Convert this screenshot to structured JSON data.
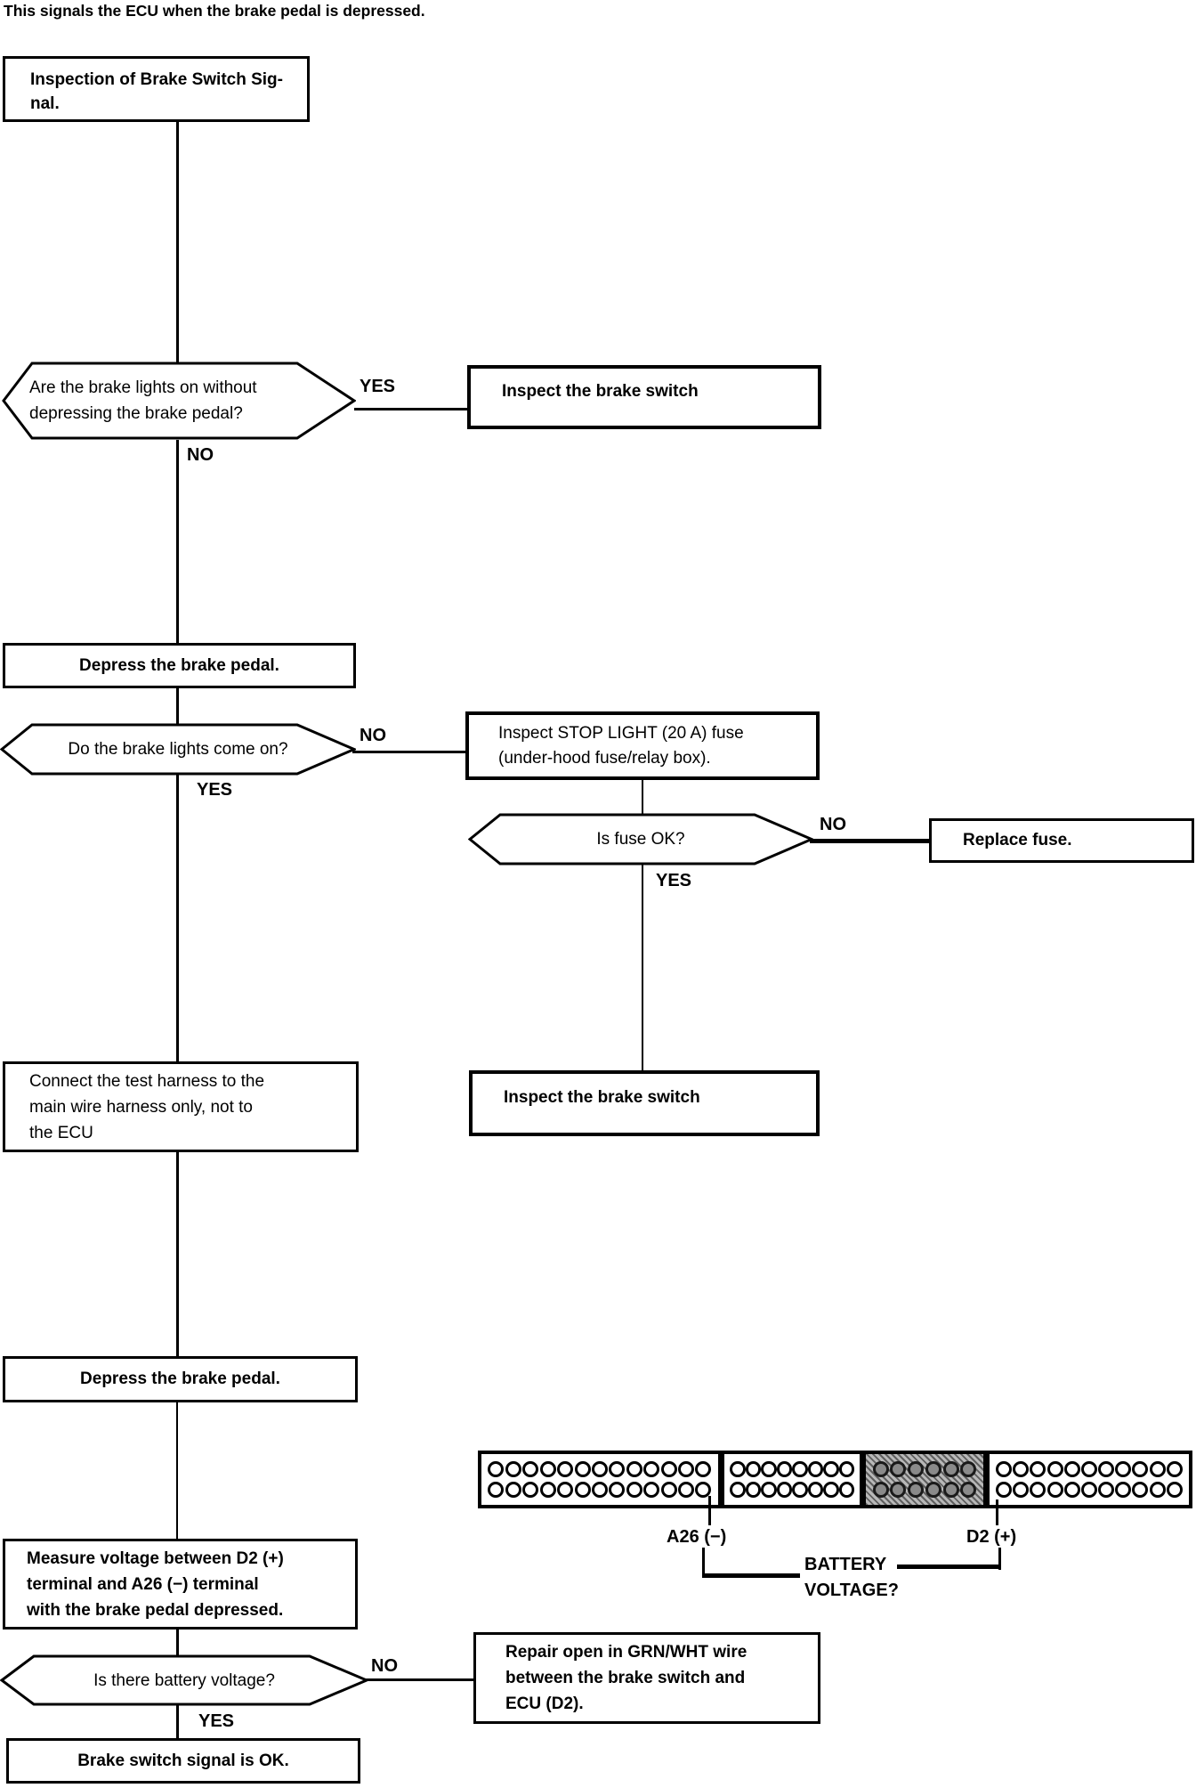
{
  "page": {
    "intro": "This signals the ECU when the brake pedal is depressed."
  },
  "flowchart": {
    "labels": {
      "yes": "YES",
      "no": "NO"
    },
    "title_box": {
      "lines": [
        "Inspection of Brake Switch Sig-",
        "nal."
      ]
    },
    "nodes": {
      "q_brake_lights_on_without": {
        "lines": [
          "Are the brake lights on without",
          "depressing the brake pedal?"
        ]
      },
      "a_inspect_brake_switch_1": "Inspect the brake switch",
      "step_depress_1": "Depress the brake pedal.",
      "q_brake_lights_come_on": "Do the brake lights come on?",
      "a_inspect_stop_light_fuse": {
        "lines": [
          "Inspect STOP LIGHT (20 A) fuse",
          "(under-hood fuse/relay box)."
        ]
      },
      "q_is_fuse_ok": "Is fuse OK?",
      "a_replace_fuse": "Replace fuse.",
      "step_connect_harness": {
        "lines": [
          "Connect the test harness to the",
          "main wire harness only, not to",
          "the ECU"
        ]
      },
      "a_inspect_brake_switch_2": "Inspect the brake switch",
      "step_depress_2": "Depress the brake pedal.",
      "step_measure_voltage": {
        "lines": [
          "Measure voltage between D2 (+)",
          "terminal and A26 (−) terminal",
          "with the brake pedal depressed."
        ]
      },
      "q_battery_voltage": "Is there battery voltage?",
      "a_repair_open": {
        "lines": [
          "Repair open in GRN/WHT wire",
          "between the brake switch and",
          "ECU (D2)."
        ]
      },
      "result_ok": "Brake switch signal is OK."
    },
    "connector": {
      "sections": [
        {
          "holes_per_row": 13,
          "rows": 2,
          "shaded": false
        },
        {
          "holes_per_row": 8,
          "rows": 2,
          "shaded": false
        },
        {
          "holes_per_row": 6,
          "rows": 2,
          "shaded": true
        },
        {
          "holes_per_row": 11,
          "rows": 2,
          "shaded": false
        }
      ],
      "label_a26": "A26 (−)",
      "label_d2": "D2 (+)",
      "label_battery": [
        "BATTERY",
        "VOLTAGE?"
      ]
    },
    "colors": {
      "ink": "#000000",
      "paper": "#ffffff",
      "shaded_section": "#8a8a8a"
    }
  }
}
